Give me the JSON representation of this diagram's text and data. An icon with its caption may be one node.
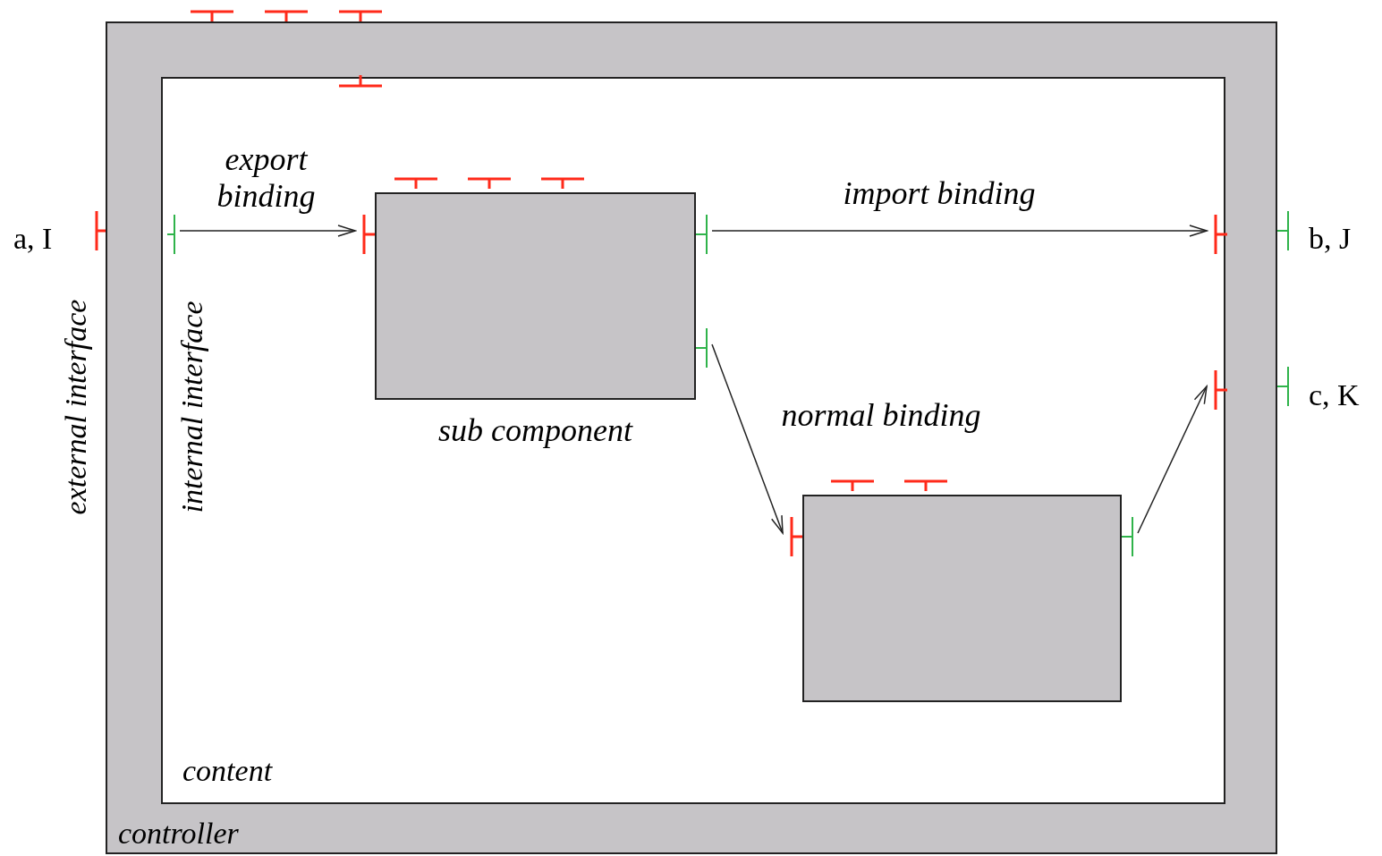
{
  "diagram": {
    "nodes": [
      {
        "text": [
          "controller"
        ]
      },
      {
        "text": [
          "content"
        ],
        "in": 0
      },
      {
        "text": [
          "sub component"
        ],
        "in": 1
      },
      {
        "text": [],
        "shape": "box",
        "in": 1
      },
      {
        "text": [],
        "shape": "bar",
        "in": 1
      },
      {
        "text": [],
        "shape": "bar",
        "in": 1
      },
      {
        "text": [],
        "shape": "bar",
        "in": 1
      },
      {
        "text": [],
        "shape": "bar",
        "in": 1
      },
      {
        "text": [],
        "shape": "bar",
        "in": 1
      },
      {
        "text": [],
        "shape": "bar",
        "in": 1
      },
      {
        "text": [],
        "shape": "bar",
        "in": 1
      },
      {
        "text": [],
        "shape": "bar",
        "in": 1
      }
    ],
    "edges": [
      {
        "from": 4,
        "to": 5,
        "arrow": "to",
        "label": "export binding"
      },
      {
        "from": 6,
        "to": 8,
        "arrow": "to",
        "label": "import binding"
      },
      {
        "from": 7,
        "to": 9,
        "arrow": "to",
        "label": "normal binding"
      },
      {
        "from": 10,
        "to": 11,
        "arrow": "to"
      }
    ],
    "labels": [
      "a, I",
      "b, J",
      "external interface",
      "internal interface",
      "c, K"
    ]
  }
}
